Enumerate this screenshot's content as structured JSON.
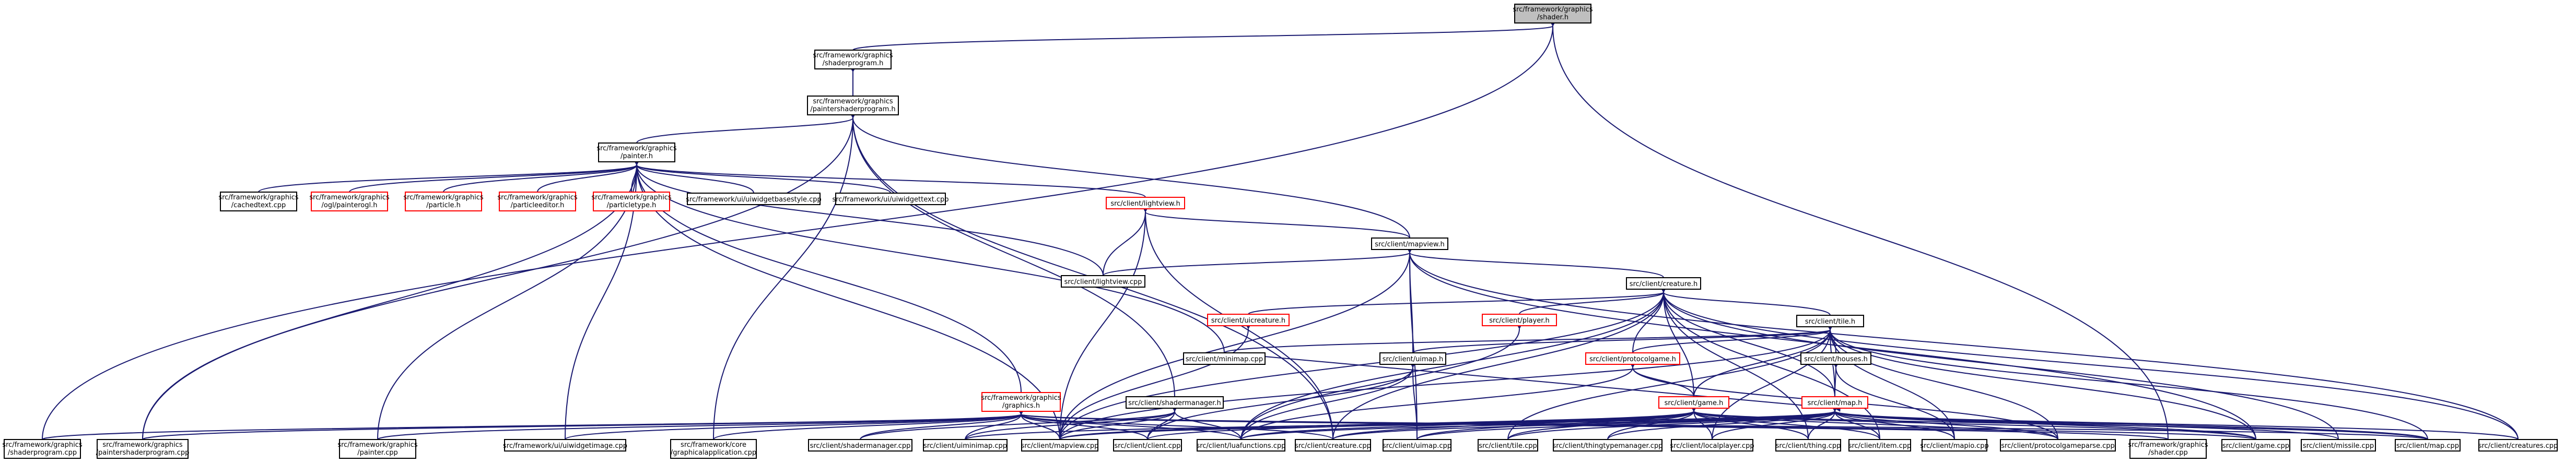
{
  "graph": {
    "root": "shader_h",
    "nodes": [
      {
        "id": "shader_h",
        "lines": [
          "src/framework/graphics",
          "/shader.h"
        ],
        "style": "root"
      },
      {
        "id": "shaderprogram_h",
        "lines": [
          "src/framework/graphics",
          "/shaderprogram.h"
        ],
        "style": "normal"
      },
      {
        "id": "paintershaderprogram_h",
        "lines": [
          "src/framework/graphics",
          "/paintershaderprogram.h"
        ],
        "style": "normal"
      },
      {
        "id": "painter_h",
        "lines": [
          "src/framework/graphics",
          "/painter.h"
        ],
        "style": "normal"
      },
      {
        "id": "cachedtext_cpp",
        "lines": [
          "src/framework/graphics",
          "/cachedtext.cpp"
        ],
        "style": "normal"
      },
      {
        "id": "painterogl_h",
        "lines": [
          "src/framework/graphics",
          "/ogl/painterogl.h"
        ],
        "style": "red"
      },
      {
        "id": "particle_h",
        "lines": [
          "src/framework/graphics",
          "/particle.h"
        ],
        "style": "red"
      },
      {
        "id": "particleeditor_h",
        "lines": [
          "src/framework/graphics",
          "/particleeditor.h"
        ],
        "style": "red"
      },
      {
        "id": "particletype_h",
        "lines": [
          "src/framework/graphics",
          "/particletype.h"
        ],
        "style": "red"
      },
      {
        "id": "uiwidgetbasestyle_cpp",
        "lines": [
          "src/framework/ui/uiwidgetbasestyle.cpp"
        ],
        "style": "normal"
      },
      {
        "id": "uiwidgettext_cpp",
        "lines": [
          "src/framework/ui/uiwidgettext.cpp"
        ],
        "style": "normal"
      },
      {
        "id": "lightview_h",
        "lines": [
          "src/client/lightview.h"
        ],
        "style": "red"
      },
      {
        "id": "mapview_h",
        "lines": [
          "src/client/mapview.h"
        ],
        "style": "normal"
      },
      {
        "id": "lightview_cpp",
        "lines": [
          "src/client/lightview.cpp"
        ],
        "style": "normal"
      },
      {
        "id": "creature_h",
        "lines": [
          "src/client/creature.h"
        ],
        "style": "normal"
      },
      {
        "id": "uicreature_h",
        "lines": [
          "src/client/uicreature.h"
        ],
        "style": "red"
      },
      {
        "id": "player_h",
        "lines": [
          "src/client/player.h"
        ],
        "style": "red"
      },
      {
        "id": "tile_h",
        "lines": [
          "src/client/tile.h"
        ],
        "style": "normal"
      },
      {
        "id": "minimap_cpp",
        "lines": [
          "src/client/minimap.cpp"
        ],
        "style": "normal"
      },
      {
        "id": "uimap_h",
        "lines": [
          "src/client/uimap.h"
        ],
        "style": "normal"
      },
      {
        "id": "protocolgame_h",
        "lines": [
          "src/client/protocolgame.h"
        ],
        "style": "red"
      },
      {
        "id": "houses_h",
        "lines": [
          "src/client/houses.h"
        ],
        "style": "normal"
      },
      {
        "id": "graphics_h",
        "lines": [
          "src/framework/graphics",
          "/graphics.h"
        ],
        "style": "red"
      },
      {
        "id": "shadermanager_h",
        "lines": [
          "src/client/shadermanager.h"
        ],
        "style": "normal"
      },
      {
        "id": "game_h",
        "lines": [
          "src/client/game.h"
        ],
        "style": "red"
      },
      {
        "id": "map_h",
        "lines": [
          "src/client/map.h"
        ],
        "style": "red"
      },
      {
        "id": "shaderprogram_cpp",
        "lines": [
          "src/framework/graphics",
          "/shaderprogram.cpp"
        ],
        "style": "normal"
      },
      {
        "id": "paintershaderprogram_cpp",
        "lines": [
          "src/framework/graphics",
          "/paintershaderprogram.cpp"
        ],
        "style": "normal"
      },
      {
        "id": "painter_cpp",
        "lines": [
          "src/framework/graphics",
          "/painter.cpp"
        ],
        "style": "normal"
      },
      {
        "id": "uiwidgetimage_cpp",
        "lines": [
          "src/framework/ui/uiwidgetimage.cpp"
        ],
        "style": "normal"
      },
      {
        "id": "graphicalapplication_cpp",
        "lines": [
          "src/framework/core",
          "/graphicalapplication.cpp"
        ],
        "style": "normal"
      },
      {
        "id": "shadermanager_cpp",
        "lines": [
          "src/client/shadermanager.cpp"
        ],
        "style": "normal"
      },
      {
        "id": "uiminimap_cpp",
        "lines": [
          "src/client/uiminimap.cpp"
        ],
        "style": "normal"
      },
      {
        "id": "mapview_cpp",
        "lines": [
          "src/client/mapview.cpp"
        ],
        "style": "normal"
      },
      {
        "id": "client_cpp",
        "lines": [
          "src/client/client.cpp"
        ],
        "style": "normal"
      },
      {
        "id": "luafunctions_cpp",
        "lines": [
          "src/client/luafunctions.cpp"
        ],
        "style": "normal"
      },
      {
        "id": "creature_cpp",
        "lines": [
          "src/client/creature.cpp"
        ],
        "style": "normal"
      },
      {
        "id": "uimap_cpp",
        "lines": [
          "src/client/uimap.cpp"
        ],
        "style": "normal"
      },
      {
        "id": "tile_cpp",
        "lines": [
          "src/client/tile.cpp"
        ],
        "style": "normal"
      },
      {
        "id": "thingtypemanager_cpp",
        "lines": [
          "src/client/thingtypemanager.cpp"
        ],
        "style": "normal"
      },
      {
        "id": "localplayer_cpp",
        "lines": [
          "src/client/localplayer.cpp"
        ],
        "style": "normal"
      },
      {
        "id": "thing_cpp",
        "lines": [
          "src/client/thing.cpp"
        ],
        "style": "normal"
      },
      {
        "id": "item_cpp",
        "lines": [
          "src/client/item.cpp"
        ],
        "style": "normal"
      },
      {
        "id": "mapio_cpp",
        "lines": [
          "src/client/mapio.cpp"
        ],
        "style": "normal"
      },
      {
        "id": "protocolgameparse_cpp",
        "lines": [
          "src/client/protocolgameparse.cpp"
        ],
        "style": "normal"
      },
      {
        "id": "shader_cpp",
        "lines": [
          "src/framework/graphics",
          "/shader.cpp"
        ],
        "style": "normal"
      },
      {
        "id": "game_cpp",
        "lines": [
          "src/client/game.cpp"
        ],
        "style": "normal"
      },
      {
        "id": "missile_cpp",
        "lines": [
          "src/client/missile.cpp"
        ],
        "style": "normal"
      },
      {
        "id": "map_cpp",
        "lines": [
          "src/client/map.cpp"
        ],
        "style": "normal"
      },
      {
        "id": "creatures_cpp",
        "lines": [
          "src/client/creatures.cpp"
        ],
        "style": "normal"
      }
    ]
  }
}
